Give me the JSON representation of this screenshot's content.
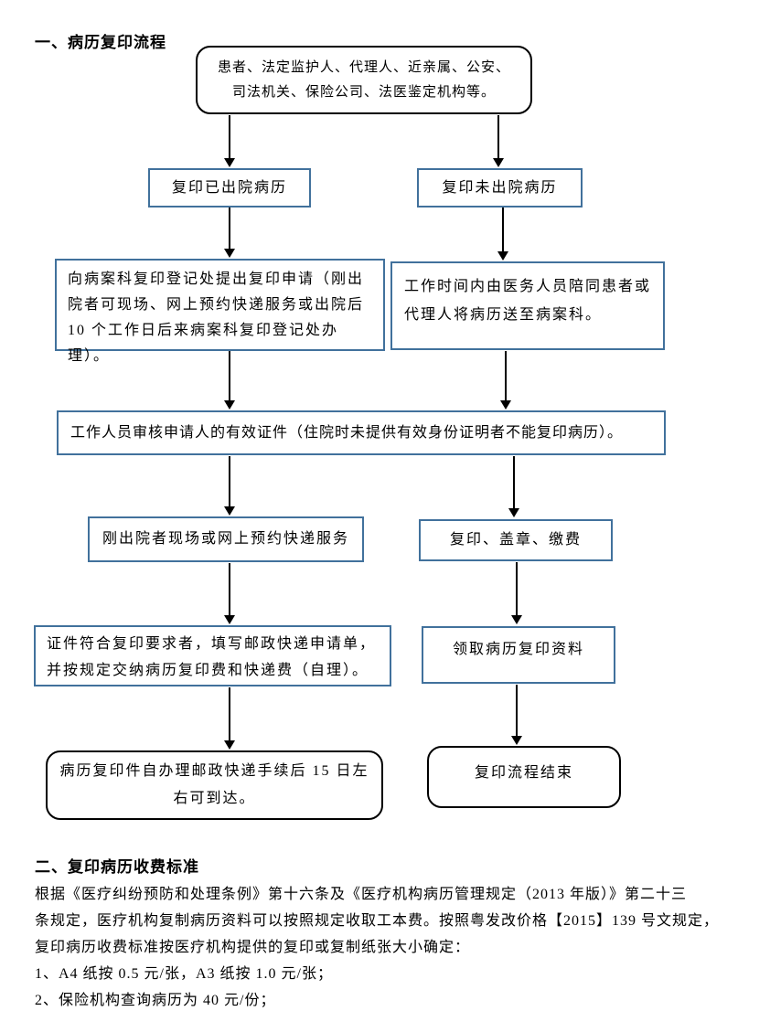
{
  "titles": {
    "section1": "一、病历复印流程",
    "section2": "二、复印病历收费标准"
  },
  "flowchart": {
    "start": "患者、法定监护人、代理人、近亲属、公安、\n司法机关、保险公司、法医鉴定机构等。",
    "copy_discharged": "复印已出院病历",
    "copy_not_discharged": "复印未出院病历",
    "apply_registration": "向病案科复印登记处提出复印申请（刚出\n院者可现场、网上预约快递服务或出院后\n10 个工作日后来病案科复印登记处办理）。",
    "staff_accompany": "工作时间内由医务人员陪同患者或\n代理人将病历送至病案科。",
    "verify_id": "工作人员审核申请人的有效证件（住院时未提供有效身份证明者不能复印病历）。",
    "onsite_or_online": "刚出院者现场或网上预约快递服务",
    "copy_stamp_pay": "复印、盖章、缴费",
    "postal_form": "证件符合复印要求者，填写邮政快递申请单，\n并按规定交纳病历复印费和快递费（自理）。",
    "receive_copies": "领取病历复印资料",
    "delivery_15days": "病历复印件自办理邮政快递手续后 15 日左\n右可到达。",
    "process_end": "复印流程结束"
  },
  "fees": {
    "lines": [
      "根据《医疗纠纷预防和处理条例》第十六条及《医疗机构病历管理规定（2013 年版）》第二十三",
      "条规定，医疗机构复制病历资料可以按照规定收取工本费。按照粤发改价格【2015】139 号文规定，",
      "复印病历收费标准按医疗机构提供的复印或复制纸张大小确定：",
      "1、A4 纸按 0.5 元/张，A3 纸按 1.0 元/张；",
      "2、保险机构查询病历为 40 元/份；"
    ]
  },
  "colors": {
    "box_border": "#41719c",
    "terminator_border": "#000000",
    "arrow": "#000000"
  }
}
